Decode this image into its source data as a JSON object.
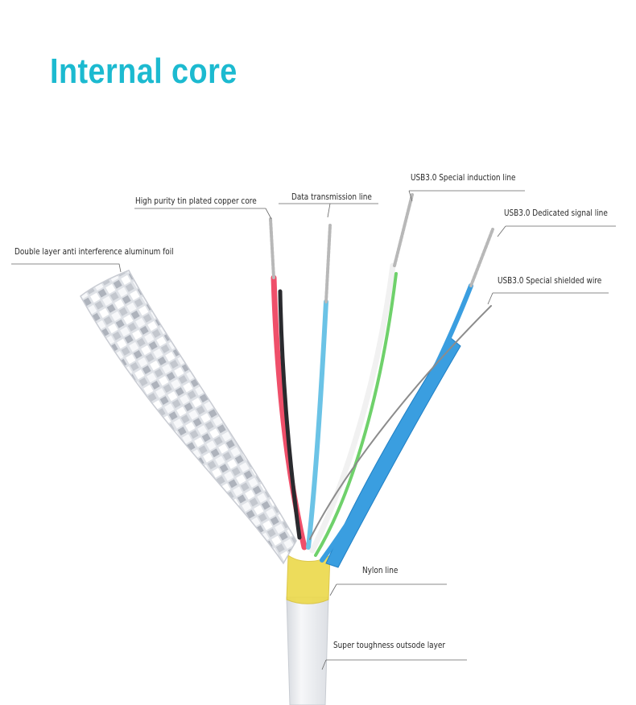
{
  "title": "Internal core",
  "colors": {
    "title": "#1cbad0",
    "leader": "#666666",
    "foil": "#c9ccd3",
    "outer_sheath": "#eceef1",
    "wire_red": "#ef4f6a",
    "wire_black": "#2a2a2e",
    "wire_blue": "#6bc3e6",
    "wire_white": "#f1f1f1",
    "wire_green": "#6fd16b",
    "wire_shield_blue": "#3a9ee0",
    "copper_strand": "#b8b8b8",
    "nylon": "#ecd94a"
  },
  "labels": {
    "tin_copper": "High purity tin plated copper core",
    "data_line": "Data transmission line",
    "induction_line": "USB3.0 Special induction line",
    "signal_line": "USB3.0 Dedicated signal line",
    "shielded_wire": "USB3.0 Special shielded wire",
    "aluminum_foil": "Double layer anti interference aluminum foil",
    "nylon_line": "Nylon line",
    "outer_layer": "Super toughness outsode layer"
  }
}
